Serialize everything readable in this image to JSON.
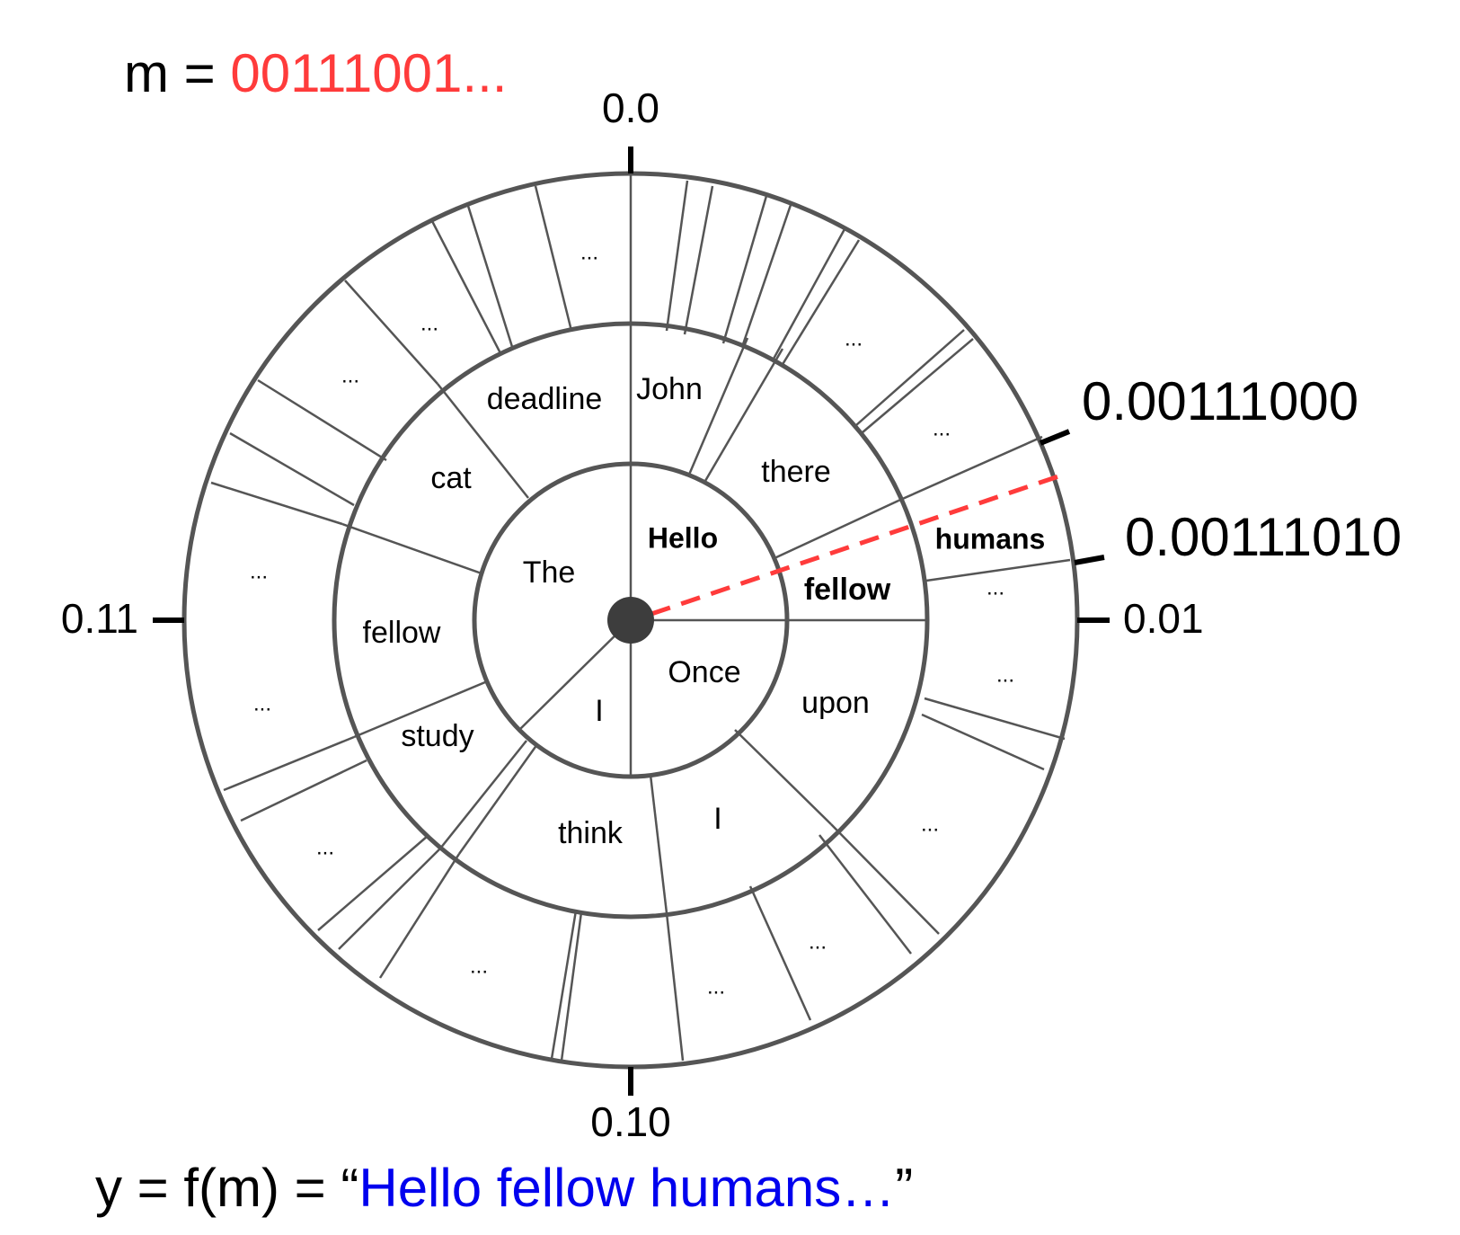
{
  "header": {
    "prefix": "m = ",
    "bits": "00111001..."
  },
  "footer": {
    "prefix": "y = f(m) = “",
    "text": "Hello fellow humans…",
    "suffix": "”"
  },
  "axis_labels": {
    "top": "0.0",
    "right": "0.01",
    "bottom": "0.10",
    "left": "0.11",
    "upper_bound": "0.00111000",
    "lower_bound": "0.00111010"
  },
  "colors": {
    "message": "#ff3b3b",
    "highlight": "#0000ee",
    "ring": "#555555",
    "pointer": "#ff3b3b"
  },
  "rings": {
    "inner": [
      "The",
      "Hello",
      "Once",
      "I"
    ],
    "middle": [
      "deadline",
      "John",
      "there",
      "fellow",
      "upon",
      "I",
      "think",
      "study",
      "fellow",
      "cat"
    ],
    "middle_highlight": [
      "fellow"
    ],
    "outer_label": "...",
    "outer_highlight": "humans"
  }
}
